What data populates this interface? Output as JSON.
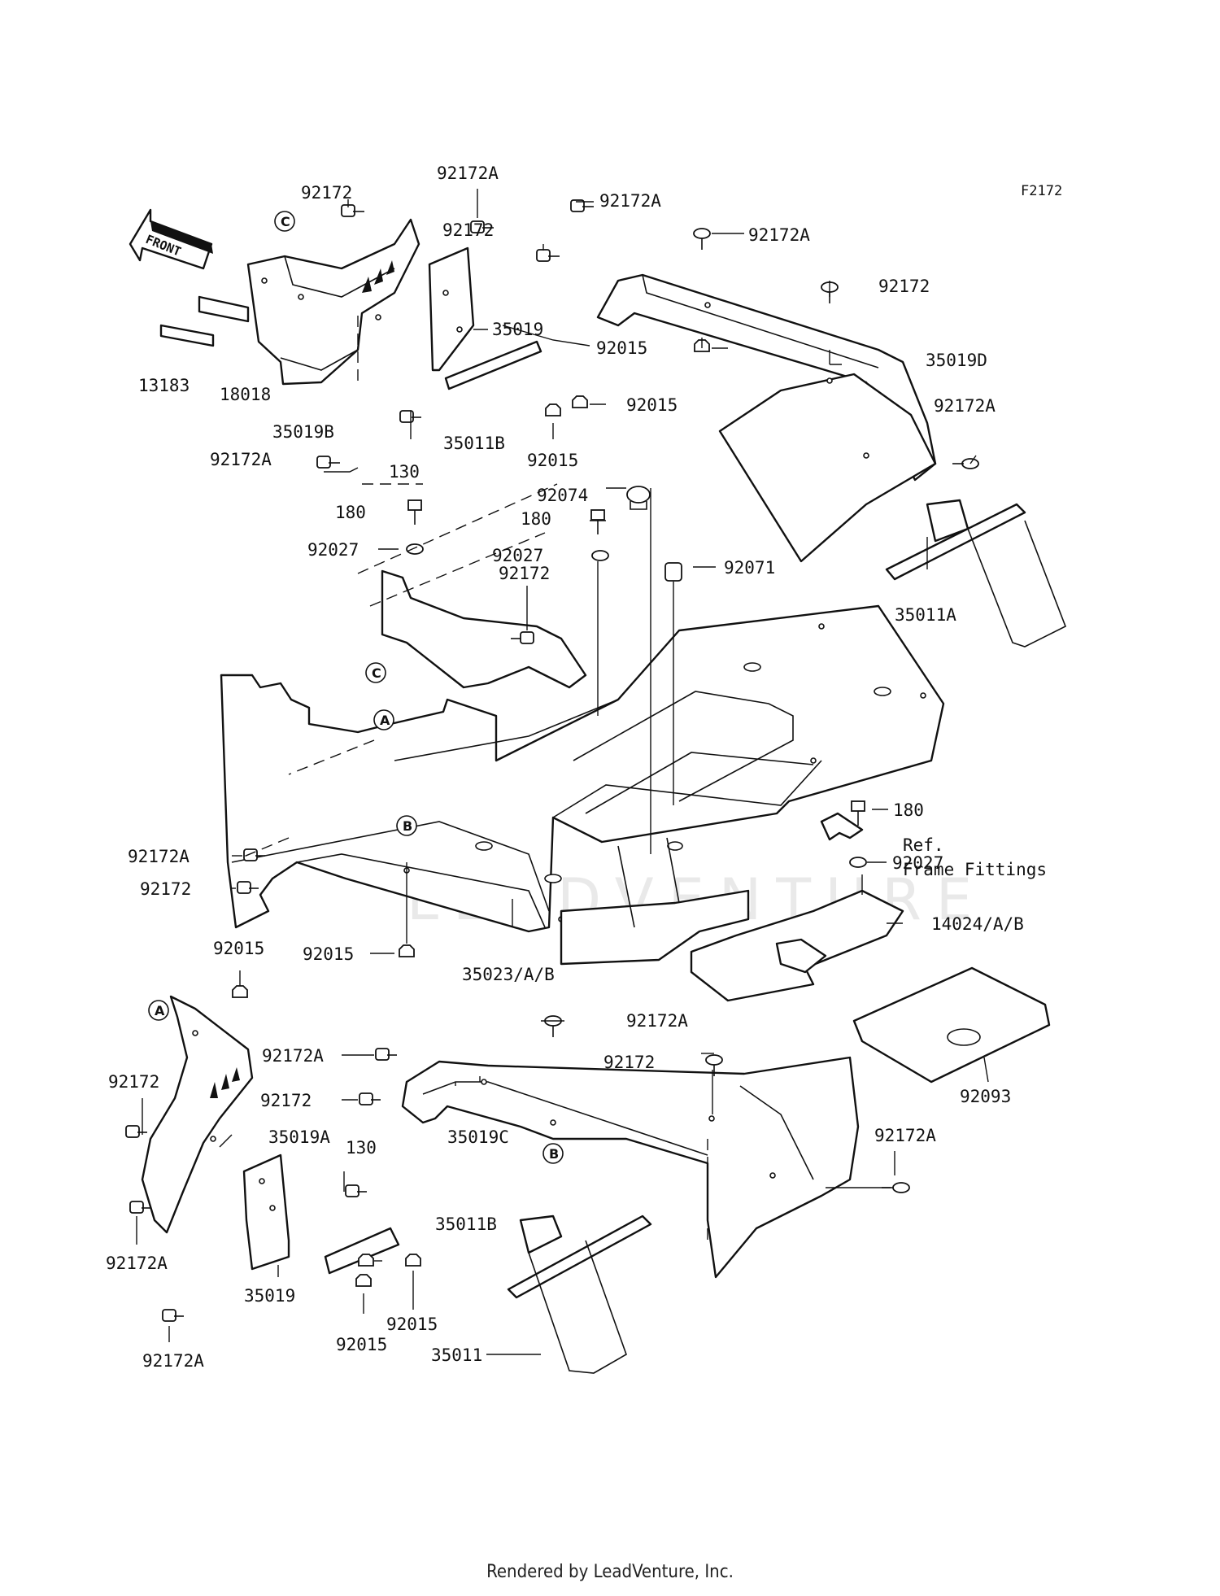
{
  "figure_code": "F2172",
  "front_arrow_label": "FRONT",
  "footer": "Rendered by LeadVenture, Inc.",
  "reference_note": {
    "line1": "Ref.",
    "line2": "Frame Fittings"
  },
  "callouts": {
    "c_top": "C",
    "c_mid": "C",
    "a_mid": "A",
    "b_mid": "B",
    "a_low": "A",
    "b_low": "B"
  },
  "labels": {
    "l01": "92172",
    "l02": "92172A",
    "l03": "92172A",
    "l04": "92172A",
    "l05": "92172",
    "l06": "92172",
    "l07": "35019",
    "l08": "13183",
    "l09": "18018",
    "l10": "35019B",
    "l11": "92015",
    "l12": "35019D",
    "l13": "92015",
    "l14": "35011B",
    "l15": "92172A",
    "l16": "130",
    "l17": "92015",
    "l18": "92172A",
    "l19": "92074",
    "l20": "180",
    "l21": "180",
    "l22": "92027",
    "l23": "92027",
    "l24": "92071",
    "l25": "92172",
    "l26": "35011A",
    "l27": "92172A",
    "l28": "92172",
    "l29": "180",
    "l30": "92027",
    "l31": "14024/A/B",
    "l32": "92015",
    "l33": "35023/A/B",
    "l34": "92015",
    "l35": "92172A",
    "l36": "92172A",
    "l37": "92172",
    "l38": "92172",
    "l39": "92172",
    "l40": "35019A",
    "l41": "35019C",
    "l42": "92093",
    "l43": "92172A",
    "l44": "130",
    "l45": "35011B",
    "l46": "92172A",
    "l47": "35019",
    "l48": "92015",
    "l49": "92015",
    "l50": "92172A",
    "l51": "35011"
  },
  "watermark": "LEADVENTURE"
}
